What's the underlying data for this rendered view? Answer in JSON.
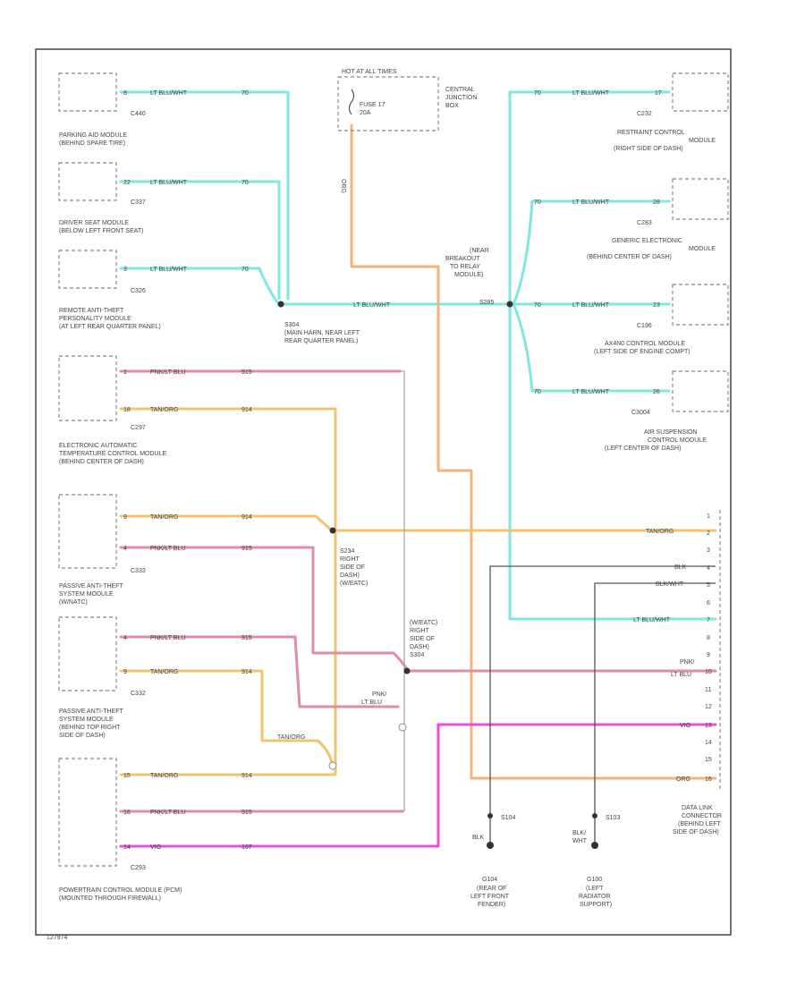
{
  "colors": {
    "lt_blu_wht": "#7fe6e0",
    "org": "#f7b27a",
    "tan_org": "#f2c36e",
    "pnk_lt_blu": "#e38aa6",
    "gry": "#aaaaaa",
    "vio": "#e84ee0",
    "blk": "#555555",
    "outline": "#444444"
  },
  "fuse": {
    "hot_at_all_times": "HOT AT ALL TIMES",
    "fuse_label": "FUSE 17",
    "amps": "20A",
    "box_label_1": "CENTRAL",
    "box_label_2": "JUNCTION",
    "box_label_3": "BOX"
  },
  "wire_labels": {
    "lt_blu_wht": "LT BLU/WHT",
    "org": "ORG",
    "tan_org": "TAN/ORG",
    "pnk_lt_blu": "PNK/LT BLU",
    "vio": "VIO",
    "blk": "BLK",
    "blk_wht": "BLK/WHT",
    "blk_wht_1": "BLK/",
    "blk_wht_2": "WHT",
    "pnk": "PNK/",
    "lt_blu_short": "LT BLU",
    "tan_org_mid": "TAN/ORG"
  },
  "circuits": {
    "c70": "70",
    "c914": "914",
    "c915": "915",
    "c107": "107"
  },
  "pins": {
    "p8": "8",
    "p22": "22",
    "p3": "3",
    "p1": "1",
    "p18": "18",
    "p9": "9",
    "p4": "4",
    "p2": "2",
    "p15": "15",
    "p16": "16",
    "p14": "14",
    "p17": "17",
    "p28": "28",
    "p23": "23",
    "p26": "26"
  },
  "left_modules": [
    {
      "connector": "C440",
      "lines": [
        "PARKING AID MODULE",
        "(BEHIND SPARE TIRE)"
      ]
    },
    {
      "connector": "C337",
      "lines": [
        "DRIVER SEAT MODULE",
        "(BELOW LEFT FRONT SEAT)"
      ]
    },
    {
      "connector": "C326",
      "lines": [
        "REMOTE ANTI-THEFT",
        "PERSONALITY MODULE",
        "(AT LEFT REAR QUARTER PANEL)"
      ]
    },
    {
      "connector": "C297",
      "lines": [
        "ELECTRONIC AUTOMATIC",
        "TEMPERATURE CONTROL MODULE",
        "(BEHIND CENTER OF DASH)"
      ]
    },
    {
      "connector": "C333",
      "lines": [
        "PASSIVE ANTI-THEFT",
        "SYSTEM MODULE",
        "(W/NATC)"
      ]
    },
    {
      "connector": "C332",
      "lines": [
        "PASSIVE ANTI-THEFT",
        "SYSTEM MODULE",
        "(BEHIND TOP RIGHT",
        "SIDE OF DASH)"
      ]
    },
    {
      "connector": "C293",
      "lines": [
        "POWERTRAIN CONTROL MODULE (PCM)",
        "(MOUNTED THROUGH FIREWALL)"
      ]
    }
  ],
  "right_modules": [
    {
      "connector": "C232",
      "lines": [
        "RESTRAINT CONTROL",
        "MODULE",
        "(RIGHT SIDE OF DASH)"
      ]
    },
    {
      "connector": "C283",
      "lines": [
        "GENERIC ELECTRONIC",
        "MODULE",
        "(BEHIND CENTER OF DASH)"
      ]
    },
    {
      "connector": "C196",
      "lines": [
        "AX4N0 CONTROL MODULE",
        "(LEFT SIDE OF ENGINE COMPT)"
      ]
    },
    {
      "connector": "C3004",
      "lines": [
        "AIR SUSPENSION",
        "CONTROL MODULE",
        "(LEFT CENTER OF DASH)"
      ]
    }
  ],
  "splices": {
    "s304_lines": [
      "S304",
      "(MAIN HARN, NEAR LEFT",
      "REAR QUARTER PANEL)"
    ],
    "near_breakout_lines": [
      "(NEAR",
      "BREAKOUT",
      "TO RELAY",
      "MODULE)"
    ],
    "s285": "S285",
    "s234_lines": [
      "S234",
      "RIGHT",
      "SIDE OF",
      "DASH)",
      "(W/EATC)"
    ],
    "weatc_lines": [
      "(W/EATC)",
      "RIGHT",
      "SIDE OF",
      "DASH)",
      "S304"
    ]
  },
  "dlc": {
    "pins": [
      "1",
      "2",
      "3",
      "4",
      "5",
      "6",
      "7",
      "8",
      "9",
      "10",
      "11",
      "12",
      "13",
      "14",
      "15",
      "16"
    ],
    "lines": [
      "DATA LINK",
      "CONNECTOR",
      "(BEHIND LEFT",
      "SIDE OF DASH)"
    ]
  },
  "grounds": [
    {
      "splice": "S104",
      "ground": "G104",
      "lines": [
        "(REAR OF",
        "LEFT FRONT",
        "FENDER)"
      ]
    },
    {
      "splice": "S103",
      "ground": "G100",
      "lines": [
        "(LEFT",
        "RADIATOR",
        "SUPPORT)"
      ]
    }
  ],
  "figure_id": "127974"
}
